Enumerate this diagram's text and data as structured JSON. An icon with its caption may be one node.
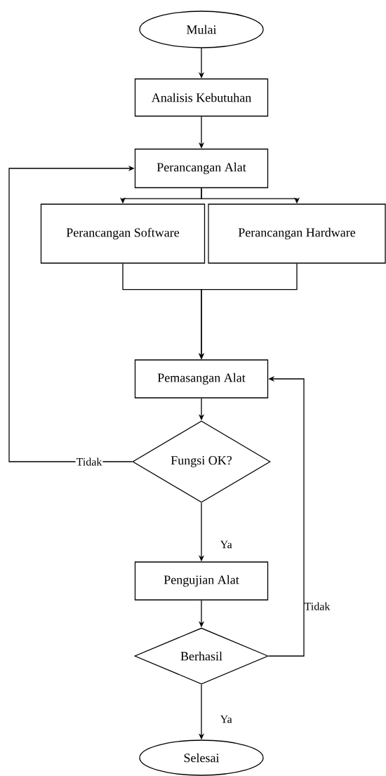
{
  "diagram": {
    "nodes": [
      {
        "text": [
          "Mulai"
        ]
      },
      {
        "text": [
          "Analisis Kebutuhan"
        ]
      },
      {
        "text": [
          "Perancangan Alat"
        ]
      },
      {
        "text": [
          "Perancangan Software"
        ]
      },
      {
        "text": [
          "Perancangan Hardware"
        ]
      },
      {
        "text": [
          "Pemasangan Alat"
        ]
      },
      {
        "text": [
          "Fungsi OK?"
        ]
      },
      {
        "text": [
          "Pengujian Alat"
        ]
      },
      {
        "text": [
          "Berhasil"
        ]
      },
      {
        "text": [
          "Selesai"
        ]
      }
    ],
    "edges": [
      {
        "from": 0,
        "to": 1,
        "arrow": "to"
      },
      {
        "from": 1,
        "to": 2,
        "arrow": "to"
      },
      {
        "from": 2,
        "to": 3,
        "arrow": "to"
      },
      {
        "from": 2,
        "to": 4,
        "arrow": "to"
      },
      {
        "from": 3,
        "to": 5,
        "arrow": "to"
      },
      {
        "from": 4,
        "to": 5,
        "arrow": "to"
      },
      {
        "from": 5,
        "to": 6,
        "arrow": "to"
      },
      {
        "from": 6,
        "to": 2,
        "arrow": "to",
        "label": "Tidak"
      },
      {
        "from": 6,
        "to": 7,
        "arrow": "to",
        "label": "Ya"
      },
      {
        "from": 7,
        "to": 8,
        "arrow": "to"
      },
      {
        "from": 8,
        "to": 5,
        "arrow": "to",
        "label": "Tidak"
      },
      {
        "from": 8,
        "to": 9,
        "arrow": "to",
        "label": "Ya"
      }
    ]
  }
}
